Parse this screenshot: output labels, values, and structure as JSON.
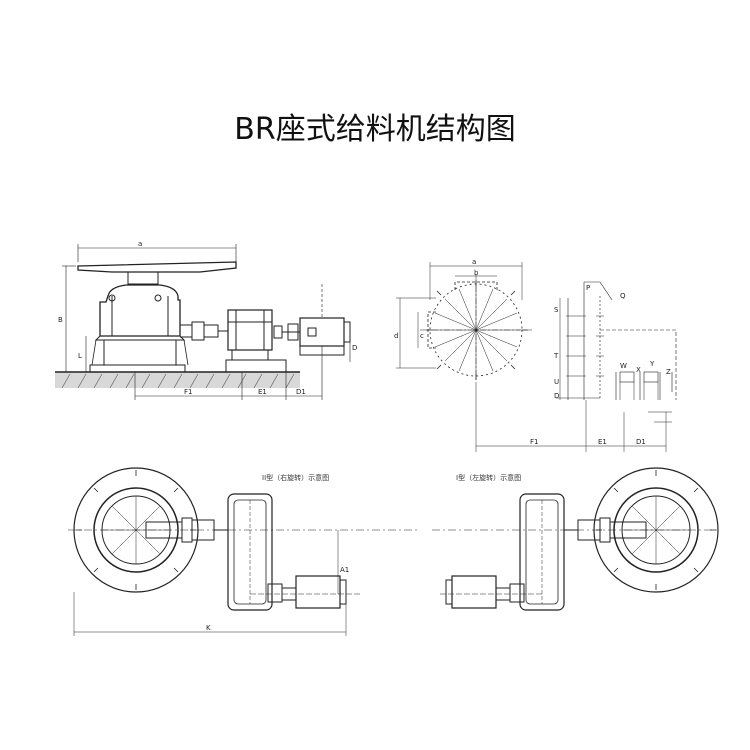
{
  "title": "BR座式给料机结构图",
  "colors": {
    "ink": "#222222",
    "background": "#ffffff"
  },
  "side_view": {
    "labels": {
      "a": "a",
      "B": "B",
      "L": "L",
      "D": "D",
      "F1": "F1",
      "E1": "E1",
      "D1": "D1"
    }
  },
  "plan_view": {
    "labels": {
      "a": "a",
      "b": "b",
      "c": "c",
      "d": "d",
      "P": "P",
      "Q": "Q",
      "S": "S",
      "T": "T",
      "U": "U",
      "D": "D",
      "W": "W",
      "X": "X",
      "Y": "Y",
      "Z": "Z",
      "F1": "F1",
      "E1": "E1",
      "D1": "D1"
    }
  },
  "right_type": {
    "caption": "II型（右旋转）示意图",
    "labels": {
      "K": "K",
      "A1": "A1"
    }
  },
  "left_type": {
    "caption": "I型（左旋转）示意图"
  }
}
